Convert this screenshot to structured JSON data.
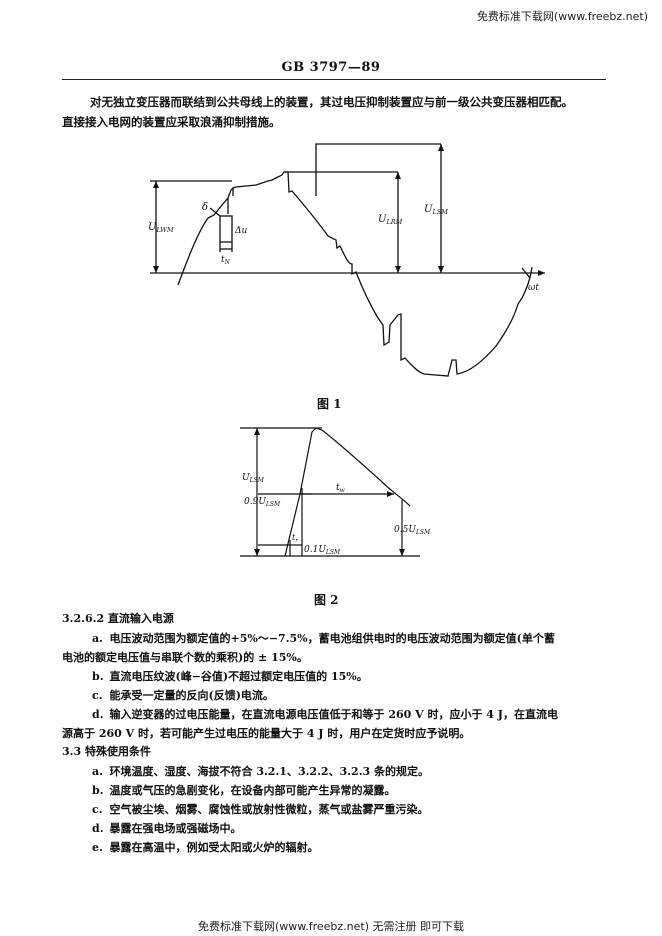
{
  "watermark": {
    "top": "免费标准下载网(www.freebz.net)",
    "bottom": "免费标准下载网(www.freebz.net) 无需注册 即可下载"
  },
  "header": {
    "standard_code": "GB 3797—89"
  },
  "intro": {
    "line1": "对无独立变压器而联结到公共母线上的装置，其过电压抑制装置应与前一级公共变压器相匹配。",
    "line2": "直接接入电网的装置应采取浪涌抑制措施。"
  },
  "figure1": {
    "caption": "图 1",
    "labels": {
      "u_lwm": "U",
      "u_lwm_sub": "LWM",
      "u_lrm": "U",
      "u_lrm_sub": "LRM",
      "u_lsm": "U",
      "u_lsm_sub": "LSM",
      "delta": "δ",
      "delta_u": "Δu",
      "t_n": "t",
      "t_n_sub": "N",
      "omega_t": "ωt"
    }
  },
  "figure2": {
    "caption": "图 2",
    "labels": {
      "u_lsm": "U",
      "u_lsm_sub": "LSM",
      "ninety": "0.9U",
      "ninety_sub": "LSM",
      "fifty": "0.5U",
      "fifty_sub": "LSM",
      "ten": "0.1U",
      "ten_sub": "LSM",
      "t_r": "t",
      "t_r_sub": "r",
      "t_w": "t",
      "t_w_sub": "w"
    }
  },
  "section_3262": {
    "heading": "3.2.6.2   直流输入电源",
    "a_label": "a.",
    "a_line1": "电压波动范围为额定值的+5%～−7.5%，蓄电池组供电时的电压波动范围为额定值(单个蓄",
    "a_line2": "电池的额定电压值与串联个数的乘积)的 ± 15%。",
    "b_label": "b.",
    "b_text": "直流电压纹波(峰−谷值)不超过额定电压值的 15%。",
    "c_label": "c.",
    "c_text": "能承受一定量的反向(反馈)电流。",
    "d_label": "d.",
    "d_line1": "输入逆变器的过电压能量，在直流电源电压值低于和等于  260 V 时，应小于  4 J，在直流电",
    "d_line2": "源高于  260 V 时，若可能产生过电压的能量大于  4 J 时，用户在定货时应予说明。"
  },
  "section_33": {
    "heading": "3.3   特殊使用条件",
    "items": [
      {
        "label": "a.",
        "text": "环境温度、湿度、海拔不符合 3.2.1、3.2.2、3.2.3 条的规定。"
      },
      {
        "label": "b.",
        "text": "温度或气压的急剧变化，在设备内部可能产生异常的凝露。"
      },
      {
        "label": "c.",
        "text": "空气被尘埃、烟雾、腐蚀性或放射性微粒，蒸气或盐雾严重污染。"
      },
      {
        "label": "d.",
        "text": "暴露在强电场或强磁场中。"
      },
      {
        "label": "e.",
        "text": "暴露在高温中，例如受太阳或火炉的辐射。"
      }
    ]
  }
}
